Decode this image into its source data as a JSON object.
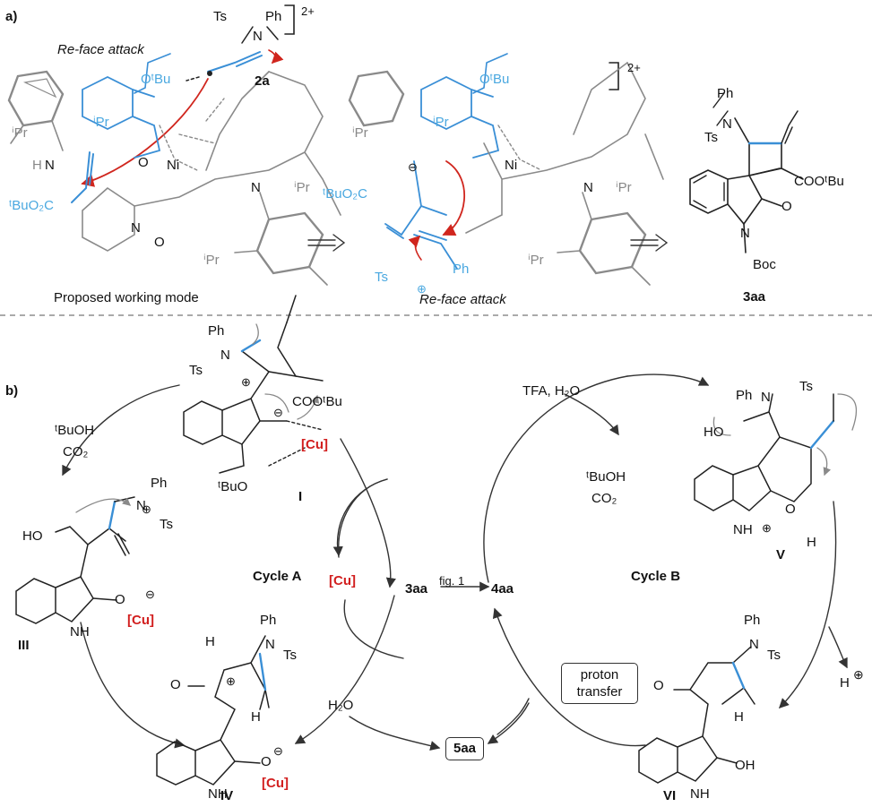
{
  "panel_a": {
    "label": "a)",
    "top_title": "Re-face attack",
    "reagent_label": "2a",
    "charge_left": "2+",
    "charge_mid": "2+",
    "caption_left": "Proposed working mode",
    "caption_mid": "Re-face attack",
    "product_label": "3aa",
    "atoms": {
      "ts": "Ts",
      "n": "N",
      "ph": "Ph",
      "otbu": "OᵗBu",
      "ipr": "ⁱPr",
      "n_h": "N",
      "h": "H",
      "ni": "Ni",
      "o": "O",
      "tbuo2c": "ᵗBuO₂C",
      "cootbu": "COOᵗBu",
      "boc": "Boc"
    }
  },
  "panel_b": {
    "label": "b)",
    "cycle_a": "Cycle A",
    "cycle_b": "Cycle B",
    "cu": "[Cu]",
    "center_left": "3aa",
    "center_right": "4aa",
    "fig_ref": "fig. 1",
    "product_box": "5aa",
    "water": "H₂O",
    "tfa": "TFA, H₂O",
    "byproduct_left_1": "ᵗBuOH",
    "byproduct_left_2": "CO₂",
    "byproduct_right_1": "ᵗBuOH",
    "byproduct_right_2": "CO₂",
    "proton_transfer_1": "proton",
    "proton_transfer_2": "transfer",
    "h_plus": "H",
    "intermediates": {
      "I": "I",
      "III": "III",
      "IV": "IV",
      "V": "V",
      "VI": "VI"
    },
    "atoms": {
      "ph": "Ph",
      "n": "N",
      "ts": "Ts",
      "cootbu": "COOᵗBu",
      "tbuo": "ᵗBuO",
      "o": "O",
      "ho": "HO",
      "nh": "NH",
      "h": "H",
      "oh": "OH",
      "h2": "H"
    }
  },
  "colors": {
    "bond": "#1a1a1a",
    "blue_bond": "#3a8fd6",
    "blue_text": "#4aa8e0",
    "grey_bond": "#8a8a8a",
    "red_arrow": "#d0261e",
    "cu_red": "#d21f1f"
  }
}
